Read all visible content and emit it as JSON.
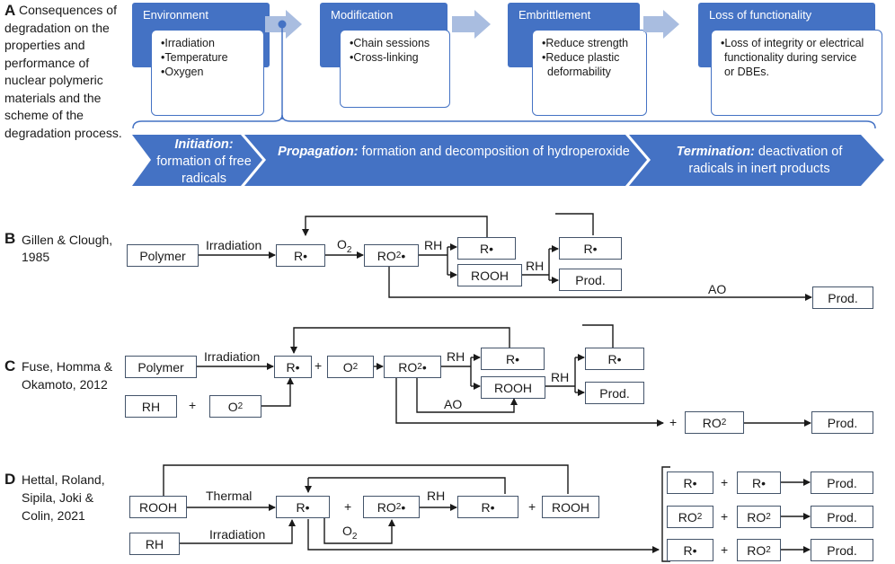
{
  "panel_a": {
    "letter": "A",
    "caption": "Consequences of degradation on the properties and performance of nuclear polymeric materials and the scheme of the degradation process.",
    "stages": [
      {
        "title": "Environment",
        "items": [
          "•Irradiation",
          "•Temperature",
          "•Oxygen"
        ]
      },
      {
        "title": "Modification",
        "items": [
          "•Chain sessions",
          "•Cross-linking"
        ]
      },
      {
        "title": "Embrittlement",
        "items": [
          "•Reduce strength",
          "•Reduce plastic",
          "deformability"
        ]
      },
      {
        "title": "Loss of functionality",
        "items": [
          "•Loss of integrity or electrical",
          "functionality during service",
          "or DBEs."
        ]
      }
    ],
    "phases": [
      {
        "title": "Initiation:",
        "text": "formation of free radicals"
      },
      {
        "title": "Propagation:",
        "text": "formation and decomposition of hydroperoxide"
      },
      {
        "title": "Termination:",
        "text": "deactivation of radicals in inert products"
      }
    ]
  },
  "panel_b": {
    "letter": "B",
    "citation": "Gillen & Clough, 1985",
    "polymer": "Polymer",
    "irradiation": "Irradiation",
    "r": "R•",
    "o2": "O",
    "o2_sub": "2",
    "ro2": "RO",
    "ro2_sub": "2",
    "ro2_dot": " •",
    "rh": "RH",
    "rooh": "ROOH",
    "prod": "Prod.",
    "ao": "AO"
  },
  "panel_c": {
    "letter": "C",
    "citation": "Fuse, Homma & Okamoto, 2012",
    "polymer": "Polymer",
    "irradiation": "Irradiation",
    "r": "R•",
    "plus": "+",
    "o2": "O",
    "o2_sub": "2",
    "ro2": "RO",
    "ro2_sub": "2",
    "ro2_dot": " •",
    "rh": "RH",
    "rooh": "ROOH",
    "prod": "Prod.",
    "ao": "AO"
  },
  "panel_d": {
    "letter": "D",
    "citation": "Hettal, Roland, Sipila, Joki & Colin, 2021",
    "rooh": "ROOH",
    "thermal": "Thermal",
    "rh": "RH",
    "irradiation": "Irradiation",
    "r": "R•",
    "plus": "+",
    "ro2": "RO",
    "ro2_sub": "2",
    "ro2_dot": " •",
    "o2": "O",
    "o2_sub": "2",
    "prod": "Prod."
  }
}
